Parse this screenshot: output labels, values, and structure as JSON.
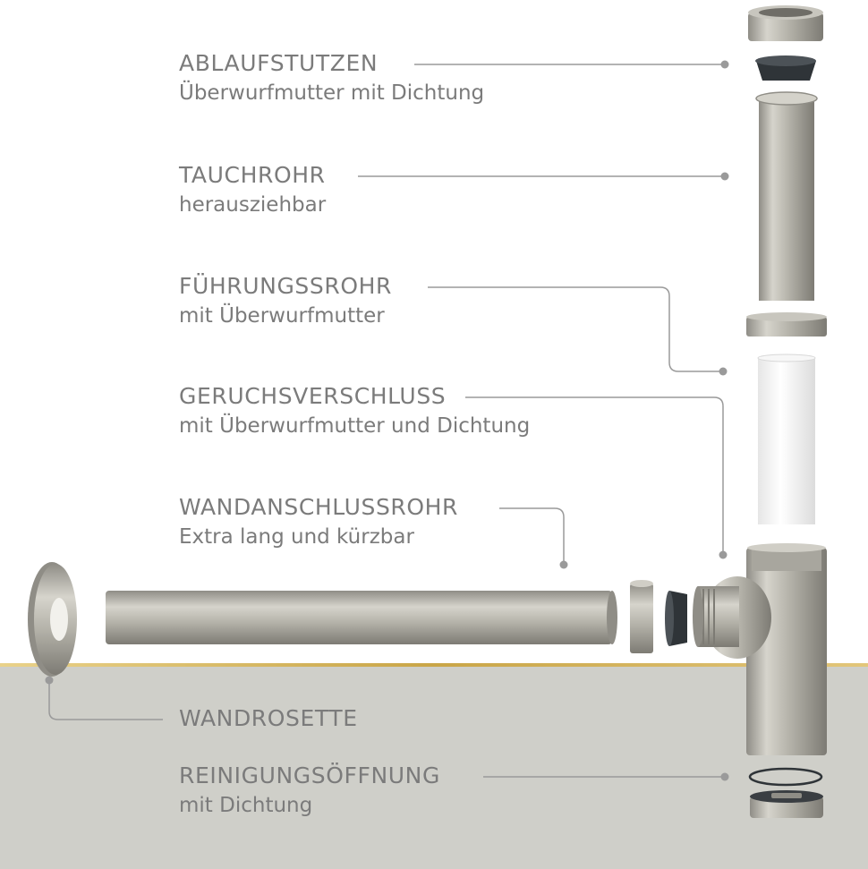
{
  "labels": [
    {
      "title": "ABLAUFSTUTZEN",
      "sub": "Überwurfmutter mit Dichtung"
    },
    {
      "title": "TAUCHROHR",
      "sub": "herausziehbar"
    },
    {
      "title": "FÜHRUNGSSROHR",
      "sub": "mit Überwurfmutter"
    },
    {
      "title": "GERUCHSVERSCHLUSS",
      "sub": "mit Überwurfmutter und Dichtung"
    },
    {
      "title": "WANDANSCHLUSSROHR",
      "sub": "Extra lang und kürzbar"
    },
    {
      "title": "WANDROSETTE",
      "sub": ""
    },
    {
      "title": "REINIGUNGSÖFFNUNG",
      "sub": "mit Dichtung"
    }
  ],
  "colors": {
    "text": "#7b7b7b",
    "leader_line": "#9a9a9a",
    "floor": "#cfcfc9",
    "gold_line": "#c9a547",
    "metal": "#b9b7ae",
    "gasket": "#2f3438",
    "white_tube": "#f4f4f4"
  }
}
